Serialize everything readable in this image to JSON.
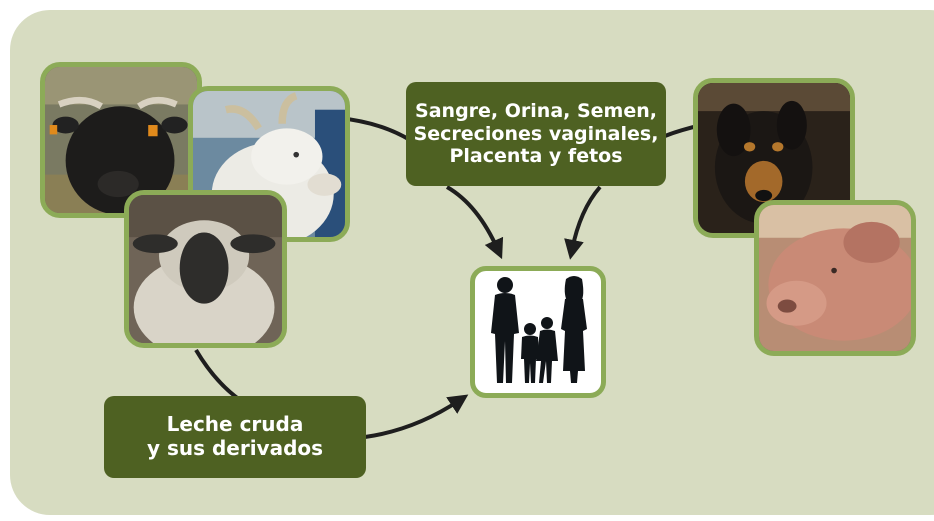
{
  "labels": {
    "fluids": [
      "Sangre, Orina, Semen,",
      "Secreciones vaginales,",
      "Placenta y fetos"
    ],
    "milk": [
      "Leche cruda",
      "y sus derivados"
    ]
  },
  "colors": {
    "background": "#d7dcc1",
    "frame": "#8cab57",
    "label_box": "#4e6122",
    "arrow": "#1e1e1e"
  },
  "icons": [
    "cow-photo",
    "goat-photo",
    "sheep-photo",
    "dog-photo",
    "pig-photo",
    "family-silhouette-icon"
  ]
}
